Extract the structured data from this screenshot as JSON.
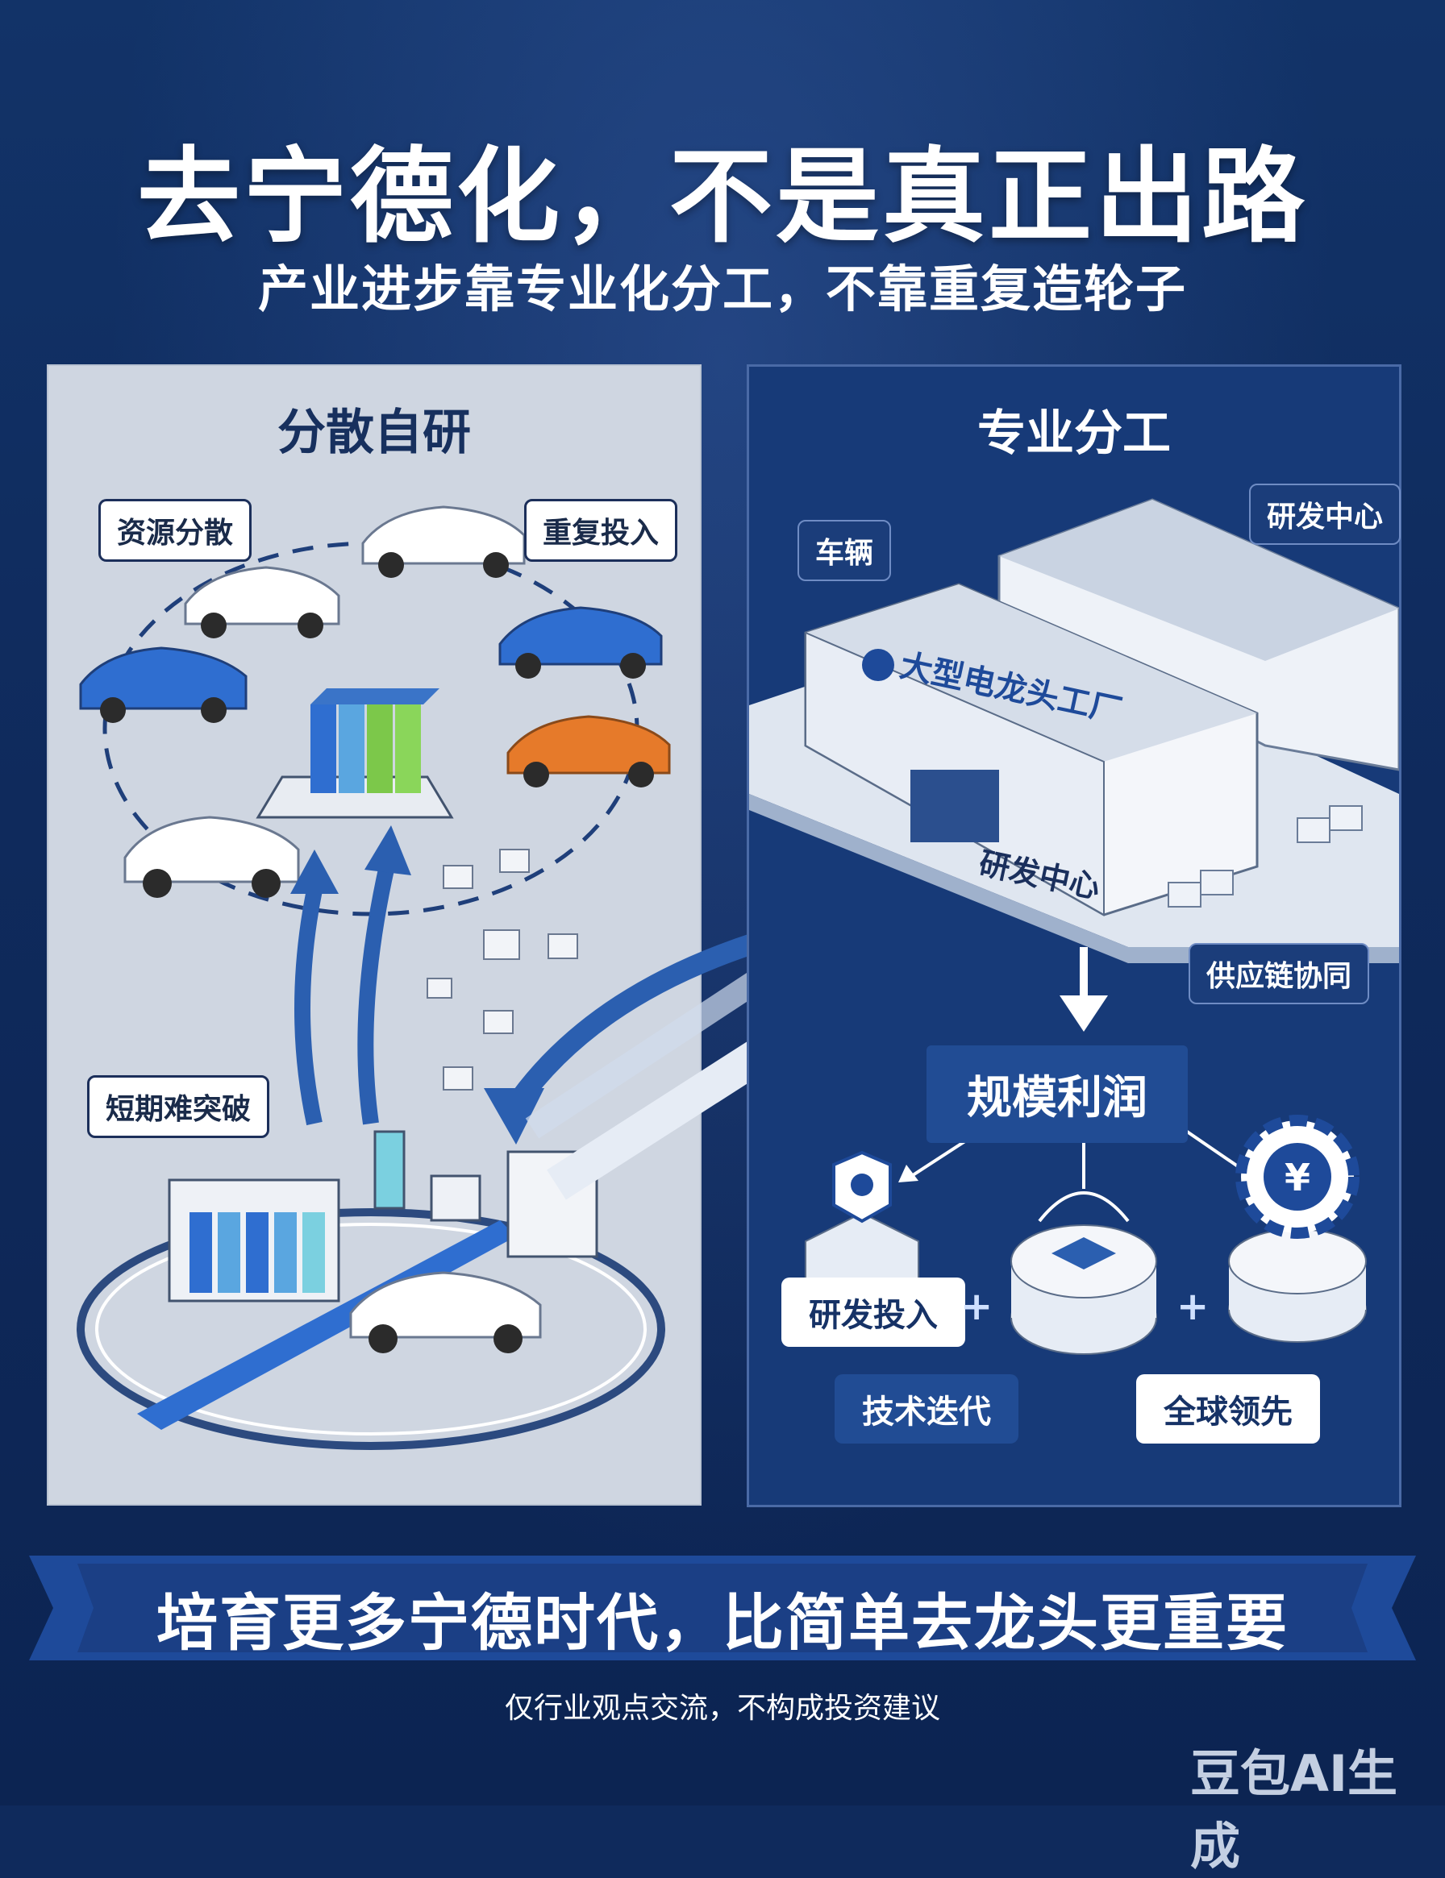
{
  "header": {
    "title": "去宁德化，不是真正出路",
    "subtitle": "产业进步靠专业化分工，不靠重复造轮子"
  },
  "left_panel": {
    "title": "分散自研",
    "labels": {
      "resource": "资源分散",
      "repeat": "重复投入",
      "short_term": "短期难突破"
    }
  },
  "right_panel": {
    "title": "专业分工",
    "labels": {
      "vehicle": "车辆",
      "rd_center_top": "研发中心",
      "factory_sign": "大型电龙头工厂",
      "rd_center_ground": "研发中心",
      "supply_chain": "供应链协同"
    },
    "scale_profit": "规模利润",
    "outcomes": {
      "rd_invest": "研发投入",
      "tech_iteration": "技术迭代",
      "global_lead": "全球领先",
      "plus": "+"
    },
    "yen_symbol": "¥"
  },
  "footer": {
    "ribbon": "培育更多宁德时代，比简单去龙头更重要",
    "disclaimer": "仅行业观点交流，不构成投资建议",
    "watermark": "豆包AI生成"
  },
  "colors": {
    "background": "#0f2a5c",
    "left_panel": "#cfd6e1",
    "right_panel": "#173a78",
    "accent_blue": "#214c94",
    "battery_green": "#7cc84a",
    "car_orange": "#e67a2a"
  }
}
